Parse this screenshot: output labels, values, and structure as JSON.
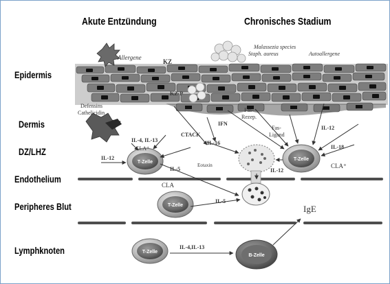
{
  "headings": {
    "left": "Akute Entzündung",
    "right": "Chronisches Stadium"
  },
  "layers": {
    "epidermis": "Epidermis",
    "dermis": "Dermis",
    "dz_lhz": "DZ/LHZ",
    "endothelium": "Endothelium",
    "blood": "Peripheres Blut",
    "lymph": "Lymphknoten"
  },
  "labels": {
    "allergen": "Allergene",
    "kz": "KZ",
    "kz_p": "KZ-P",
    "malassezia": "Malassezia species",
    "staph": "Staph. aureus",
    "autoallergene": "Autoallergene",
    "defensins": "Defensins",
    "cathelicidin": "Cathelicidin",
    "ifn": "IFN",
    "fas_rez": "Fas-",
    "fas_rez2": "Rezep.",
    "fas_lig": "Fas-",
    "fas_lig2": "Ligand",
    "il4_13": "IL-4, IL-13",
    "cla": "CLA⁺",
    "ctack": "CTACK",
    "il16": "IL-16",
    "il12_left": "IL-12",
    "il12_right": "IL-12",
    "il12_mid": "IL-12",
    "il18": "IL-18",
    "cla_right": "CLA⁺",
    "cla_blood": "CLA",
    "il5_a": "IL-5",
    "il5_b": "IL-5",
    "eotaxin": "Eotaxin",
    "ige": "IgE",
    "il4_il13_ln": "IL-4,IL-13",
    "tcell": "T-Zelle",
    "bcell": "B-Zelle"
  }
}
